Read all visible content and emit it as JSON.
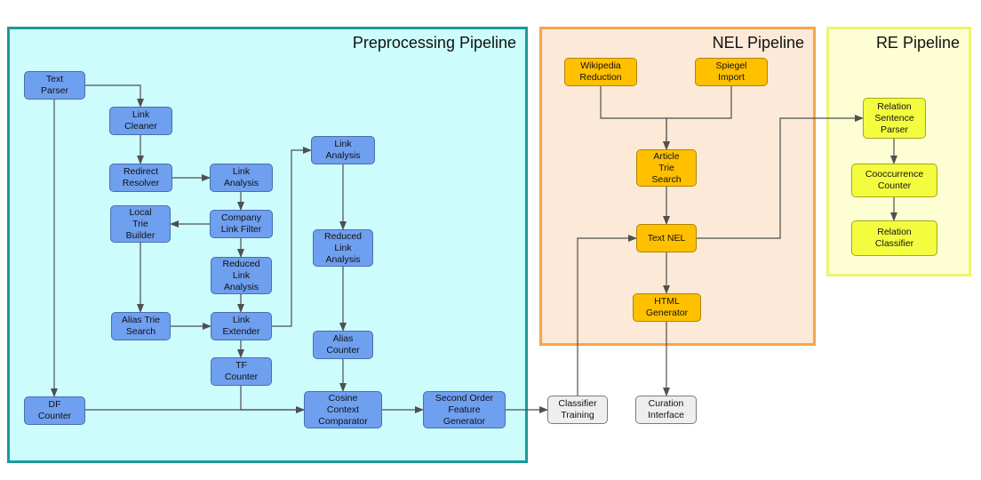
{
  "regions": {
    "preprocessing": {
      "title": "Preprocessing Pipeline"
    },
    "nel": {
      "title": "NEL Pipeline"
    },
    "re": {
      "title": "RE Pipeline"
    }
  },
  "nodes": {
    "text_parser": {
      "label": "Text\nParser",
      "color": "blue"
    },
    "link_cleaner": {
      "label": "Link\nCleaner",
      "color": "blue"
    },
    "redirect_resolver": {
      "label": "Redirect\nResolver",
      "color": "blue"
    },
    "link_analysis_1": {
      "label": "Link\nAnalysis",
      "color": "blue"
    },
    "company_link_filter": {
      "label": "Company\nLink Filter",
      "color": "blue"
    },
    "local_trie_builder": {
      "label": "Local\nTrie\nBuilder",
      "color": "blue"
    },
    "reduced_link_analysis_1": {
      "label": "Reduced\nLink\nAnalysis",
      "color": "blue"
    },
    "alias_trie_search": {
      "label": "Alias Trie\nSearch",
      "color": "blue"
    },
    "link_extender": {
      "label": "Link\nExtender",
      "color": "blue"
    },
    "tf_counter": {
      "label": "TF\nCounter",
      "color": "blue"
    },
    "link_analysis_2": {
      "label": "Link\nAnalysis",
      "color": "blue"
    },
    "reduced_link_analysis_2": {
      "label": "Reduced\nLink\nAnalysis",
      "color": "blue"
    },
    "alias_counter": {
      "label": "Alias\nCounter",
      "color": "blue"
    },
    "df_counter": {
      "label": "DF\nCounter",
      "color": "blue"
    },
    "cosine_context_comparator": {
      "label": "Cosine\nContext\nComparator",
      "color": "blue"
    },
    "second_order_feature_generator": {
      "label": "Second Order\nFeature\nGenerator",
      "color": "blue"
    },
    "classifier_training": {
      "label": "Classifier\nTraining",
      "color": "gray"
    },
    "wikipedia_reduction": {
      "label": "Wikipedia\nReduction",
      "color": "orange"
    },
    "spiegel_import": {
      "label": "Spiegel\nImport",
      "color": "orange"
    },
    "article_trie_search": {
      "label": "Article\nTrie\nSearch",
      "color": "orange"
    },
    "text_nel": {
      "label": "Text NEL",
      "color": "orange"
    },
    "html_generator": {
      "label": "HTML\nGenerator",
      "color": "orange"
    },
    "curation_interface": {
      "label": "Curation\nInterface",
      "color": "gray"
    },
    "relation_sentence_parser": {
      "label": "Relation\nSentence\nParser",
      "color": "yellow"
    },
    "cooccurrence_counter": {
      "label": "Cooccurrence\nCounter",
      "color": "yellow"
    },
    "relation_classifier": {
      "label": "Relation\nClassifier",
      "color": "yellow"
    }
  },
  "edges": [
    [
      "text_parser",
      "link_cleaner"
    ],
    [
      "text_parser",
      "df_counter"
    ],
    [
      "link_cleaner",
      "redirect_resolver"
    ],
    [
      "redirect_resolver",
      "link_analysis_1"
    ],
    [
      "link_analysis_1",
      "company_link_filter"
    ],
    [
      "company_link_filter",
      "local_trie_builder"
    ],
    [
      "company_link_filter",
      "reduced_link_analysis_1"
    ],
    [
      "local_trie_builder",
      "alias_trie_search"
    ],
    [
      "reduced_link_analysis_1",
      "link_extender"
    ],
    [
      "alias_trie_search",
      "link_extender"
    ],
    [
      "link_extender",
      "tf_counter"
    ],
    [
      "link_extender",
      "link_analysis_2"
    ],
    [
      "link_analysis_2",
      "reduced_link_analysis_2"
    ],
    [
      "reduced_link_analysis_2",
      "alias_counter"
    ],
    [
      "alias_counter",
      "cosine_context_comparator"
    ],
    [
      "tf_counter",
      "cosine_context_comparator"
    ],
    [
      "df_counter",
      "cosine_context_comparator"
    ],
    [
      "cosine_context_comparator",
      "second_order_feature_generator"
    ],
    [
      "second_order_feature_generator",
      "classifier_training"
    ],
    [
      "classifier_training",
      "text_nel"
    ],
    [
      "wikipedia_reduction",
      "article_trie_search"
    ],
    [
      "spiegel_import",
      "article_trie_search"
    ],
    [
      "article_trie_search",
      "text_nel"
    ],
    [
      "text_nel",
      "html_generator"
    ],
    [
      "text_nel",
      "relation_sentence_parser"
    ],
    [
      "html_generator",
      "curation_interface"
    ],
    [
      "relation_sentence_parser",
      "cooccurrence_counter"
    ],
    [
      "cooccurrence_counter",
      "relation_classifier"
    ]
  ],
  "colors": {
    "preprocessing_border": "#1a9a9a",
    "preprocessing_fill": "#ccfcfc",
    "nel_border": "#f5a64a",
    "nel_fill": "#fde9d8",
    "re_border": "#eef56a",
    "re_fill": "#fdfed4",
    "node_blue": "#6f9fef",
    "node_orange": "#ffc000",
    "node_yellow": "#f4fc40",
    "node_gray": "#eeeeee",
    "edge": "#505050"
  }
}
